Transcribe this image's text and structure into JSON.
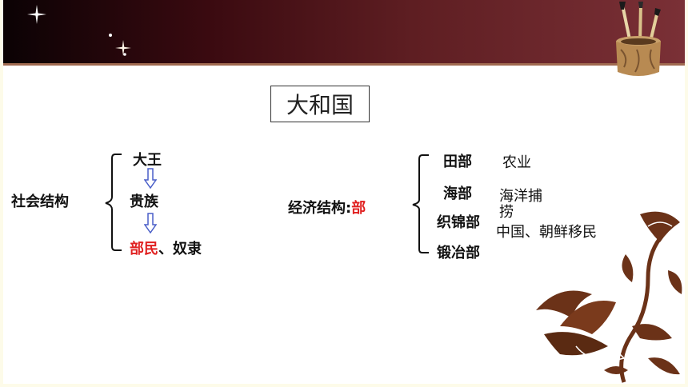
{
  "title": "大和国",
  "social": {
    "label": "社会结构",
    "levels": [
      {
        "text": "大王",
        "highlight": ""
      },
      {
        "text": "贵族",
        "highlight": ""
      },
      {
        "text": "、奴隶",
        "highlight": "部民"
      }
    ]
  },
  "economic": {
    "label": "经济结构",
    "colon": ":",
    "keyword": "部",
    "items": [
      {
        "name": "田部",
        "desc": "农业"
      },
      {
        "name": "海部",
        "desc": "海洋捕捞"
      },
      {
        "name": "织锦部",
        "desc": "中国、朝鲜移民"
      },
      {
        "name": "锻冶部",
        "desc": ""
      }
    ]
  },
  "colors": {
    "header_dark": "#0b0204",
    "header_red": "#7a3036",
    "highlight": "#e02020",
    "arrow": "#4a5fc8",
    "flower": "#6b3218"
  }
}
